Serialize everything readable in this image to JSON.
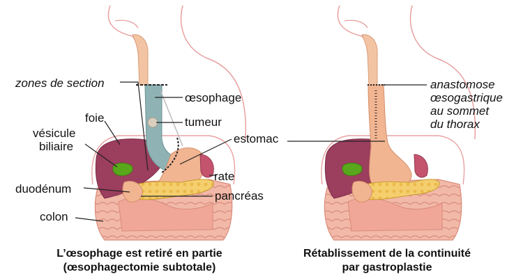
{
  "left_panel": {
    "labels": {
      "section_zones": "zones de section",
      "esophagus": "œsophage",
      "liver": "foie",
      "tumor": "tumeur",
      "gallbladder_line1": "vésicule",
      "gallbladder_line2": "biliaire",
      "stomach": "estomac",
      "spleen": "rate",
      "duodenum": "duodénum",
      "pancreas": "pancréas",
      "colon": "colon"
    },
    "caption_line1": "L’œsophage est retiré en partie",
    "caption_line2": "(œsophagectomie subtotale)"
  },
  "right_panel": {
    "labels": {
      "anastomosis_line1": "anastomose",
      "anastomosis_line2": "œsogastrique",
      "anastomosis_line3": "au sommet",
      "anastomosis_line4": "du thorax"
    },
    "caption_line1": "Rétablissement de la continuité",
    "caption_line2": "par gastroplastie"
  },
  "colors": {
    "body_outline": "#e8a0a0",
    "esophagus": "#f3c4a4",
    "esophagus_removed": "#8fb3b5",
    "liver": "#9c3e5e",
    "gallbladder": "#59a81c",
    "stomach": "#f1b592",
    "pancreas": "#f5cf6e",
    "intestine": "#f2b9a8",
    "leader_line": "#222222"
  }
}
